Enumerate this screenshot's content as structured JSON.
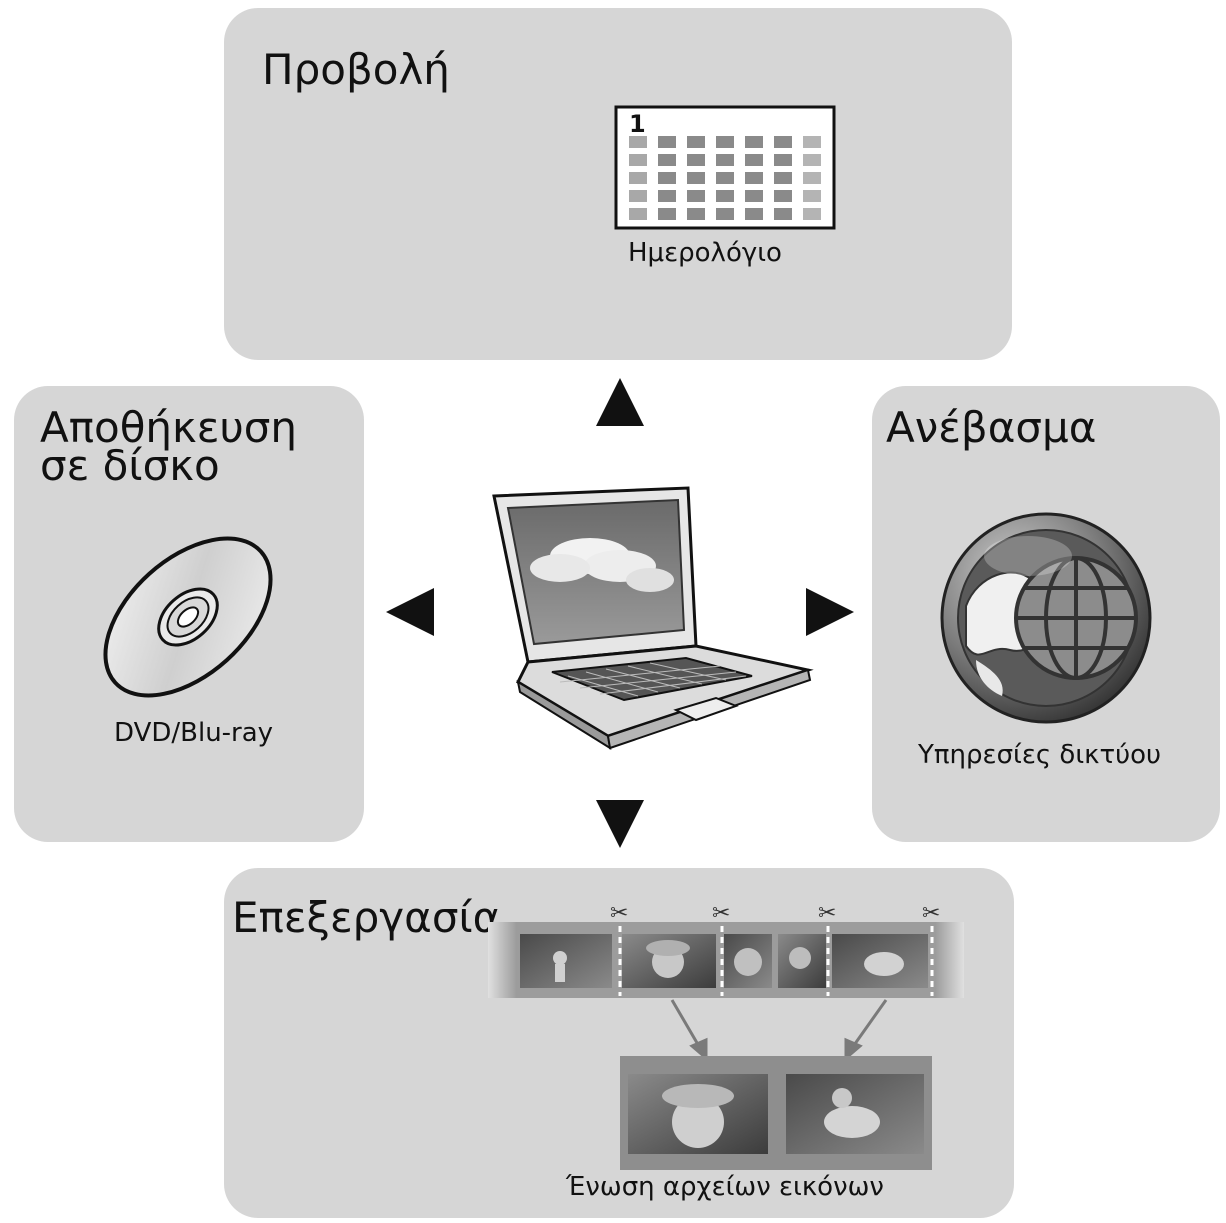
{
  "top": {
    "title": "Προβολή",
    "calendar_number": "1",
    "caption": "Ημερολόγιο"
  },
  "left": {
    "title_line1": "Αποθήκευση",
    "title_line2": "σε δίσκο",
    "caption": "DVD/Blu-ray"
  },
  "right": {
    "title": "Ανέβασμα",
    "caption": "Υπηρεσίες δικτύου"
  },
  "bottom": {
    "title": "Επεξεργασία",
    "caption": "Ένωση αρχείων εικόνων"
  },
  "center": {
    "device": "laptop"
  },
  "icons": [
    "calendar-icon",
    "disc-icon",
    "globe-icon",
    "laptop-icon",
    "filmstrip-icon",
    "scissors-icon"
  ],
  "colors": {
    "panel": "#d6d6d6",
    "arrow": "#111111"
  }
}
